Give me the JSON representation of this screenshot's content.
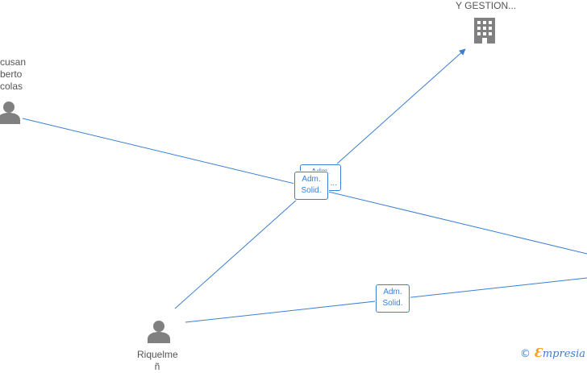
{
  "colors": {
    "edge": "#3b7fd4",
    "node": "#808080",
    "text": "#555555"
  },
  "nodes": {
    "company_top": {
      "label": "Y GESTION...",
      "icon": "building-icon"
    },
    "person_left": {
      "label_lines": [
        "cusan",
        "berto",
        "colas"
      ],
      "icon": "person-icon"
    },
    "person_bottom": {
      "label_lines": [
        "Riquelme",
        "ñ"
      ],
      "icon": "person-icon"
    }
  },
  "edges": {
    "label_a": {
      "line1": "Adm.",
      "line2": "..."
    },
    "label_b": {
      "line1": "Adm.",
      "line2": "Solid."
    },
    "label_c": {
      "line1": "Adm.",
      "line2": "Solid."
    }
  },
  "watermark": {
    "copy": "©",
    "e": "Ɛ",
    "brand": "mpresia"
  }
}
